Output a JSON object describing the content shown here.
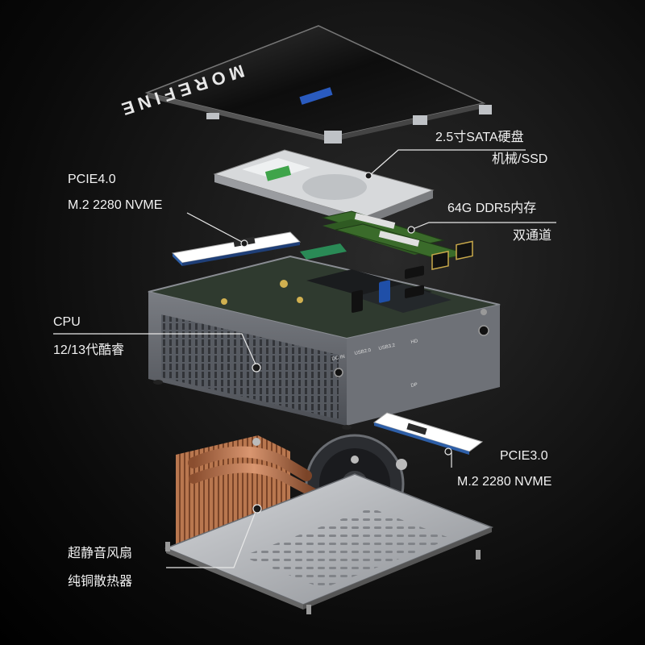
{
  "brand": "MOREFINE",
  "callouts": {
    "sata": {
      "line1": "2.5寸SATA硬盘",
      "line2": "机械/SSD"
    },
    "pcie4": {
      "line1": "PCIE4.0",
      "line2": "M.2 2280 NVME"
    },
    "ddr5": {
      "line1": "64G DDR5内存",
      "line2": "双通道"
    },
    "cpu": {
      "line1": "CPU",
      "line2": "12/13代酷睿"
    },
    "pcie3": {
      "line1": "PCIE3.0",
      "line2": "M.2 2280 NVME"
    },
    "cooler": {
      "line1": "超静音风扇",
      "line2": "纯铜散热器"
    }
  },
  "ports": {
    "dc": "DC IN",
    "usb2": "USB2.0",
    "usb3": "USB3.2",
    "hd": "HD",
    "dp": "DP"
  },
  "colors": {
    "background": "#000000",
    "text": "#f2f2f2",
    "chassis": "#5a5d63",
    "pcb": "#2f3a2f",
    "ram_pcb": "#3a6b2a",
    "copper": "#c9835a",
    "base_plate": "#b9bcc0"
  }
}
